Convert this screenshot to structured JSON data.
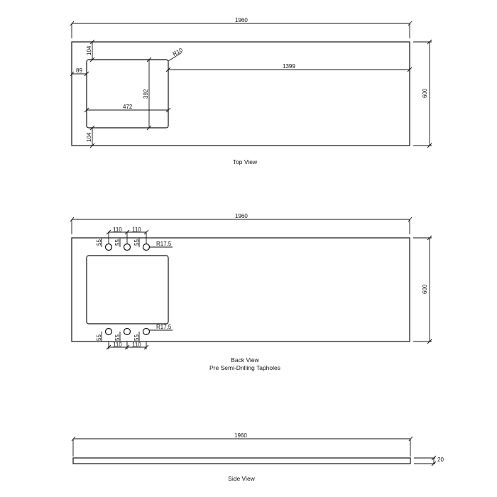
{
  "drawing": {
    "units": "mm",
    "top_view": {
      "caption": "Top View",
      "overall_length": "1960",
      "overall_depth": "600",
      "basin_cutout_width": "472",
      "basin_cutout_depth": "392",
      "front_offset": "104",
      "back_offset": "104",
      "side_offset": "89",
      "corner_radius": "R10",
      "offset_to_right_end": "1399"
    },
    "back_view": {
      "caption_line1": "Back View",
      "caption_line2": "Pre Semi-Drilling Tapholes",
      "overall_length": "1960",
      "overall_depth": "600",
      "taphole_spacing_1": "110",
      "taphole_spacing_2": "110",
      "taphole_edge_offset": "55",
      "taphole_radius": "R17.5"
    },
    "side_view": {
      "caption": "Side View",
      "overall_length": "1960",
      "thickness": "20"
    }
  }
}
